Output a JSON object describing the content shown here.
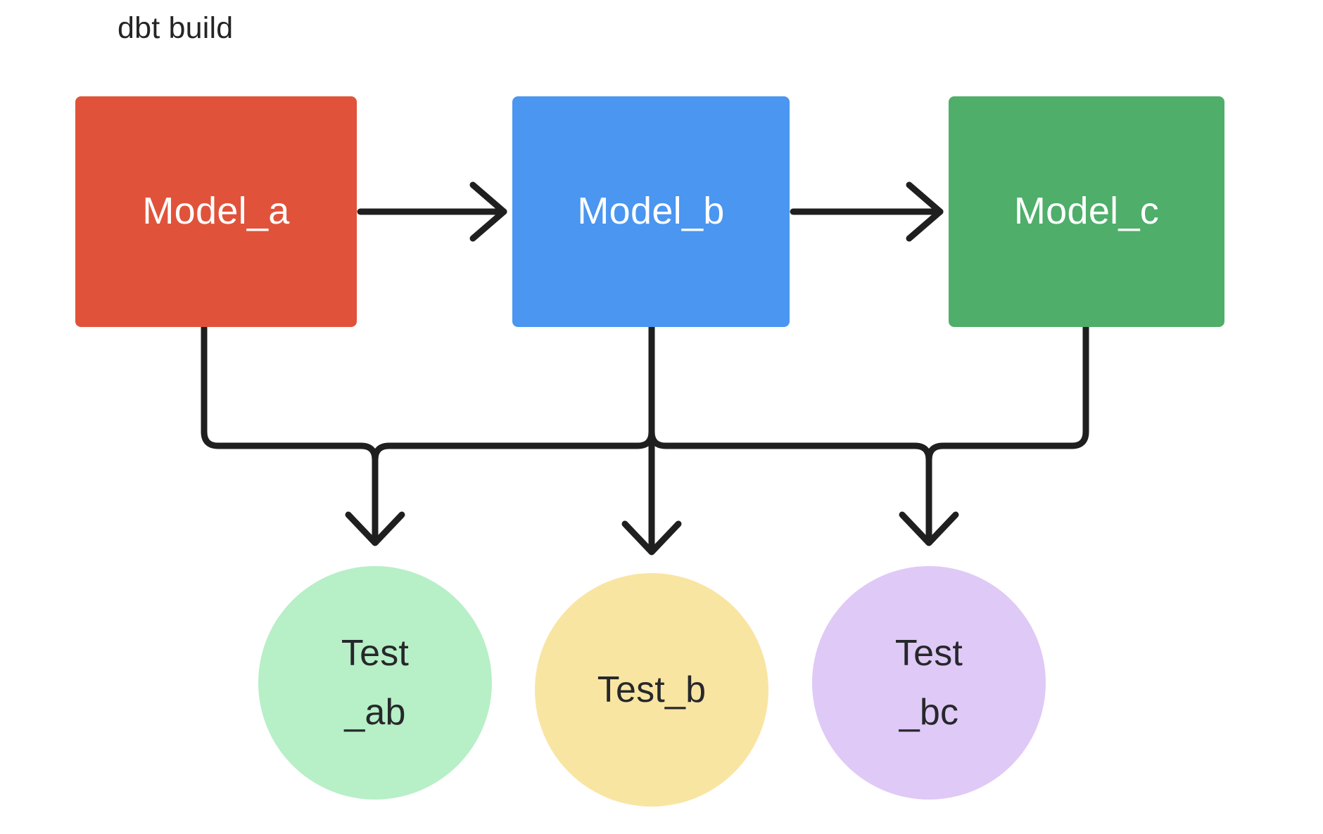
{
  "diagram": {
    "title": "dbt build",
    "type": "flowchart",
    "background_color": "#ffffff",
    "edge_color": "#1f1f1f",
    "title_color": "#242424"
  },
  "models": [
    {
      "id": "model_a",
      "label": "Model_a",
      "color": "#e0533a",
      "text_color": "#ffffff"
    },
    {
      "id": "model_b",
      "label": "Model_b",
      "color": "#4a96f0",
      "text_color": "#ffffff"
    },
    {
      "id": "model_c",
      "label": "Model_c",
      "color": "#4eae6a",
      "text_color": "#ffffff"
    }
  ],
  "tests": [
    {
      "id": "test_ab",
      "label": "Test\n_ab",
      "line1": "Test",
      "line2": "_ab",
      "color": "#b7efc7",
      "text_color": "#26282b"
    },
    {
      "id": "test_b",
      "label": "Test_b",
      "line1": "Test_b",
      "line2": "",
      "color": "#f9e5a2",
      "text_color": "#26282b"
    },
    {
      "id": "test_bc",
      "label": "Test\n_bc",
      "line1": "Test",
      "line2": "_bc",
      "color": "#dfc9f6",
      "text_color": "#26282b"
    }
  ],
  "edges": [
    {
      "from": "model_a",
      "to": "model_b",
      "style": "straight-arrow"
    },
    {
      "from": "model_b",
      "to": "model_c",
      "style": "straight-arrow"
    },
    {
      "from": "model_a",
      "to": "test_ab",
      "style": "elbow-arrow"
    },
    {
      "from": "model_b",
      "to": "test_ab",
      "style": "elbow-arrow"
    },
    {
      "from": "model_b",
      "to": "test_b",
      "style": "straight-arrow"
    },
    {
      "from": "model_b",
      "to": "test_bc",
      "style": "elbow-arrow"
    },
    {
      "from": "model_c",
      "to": "test_bc",
      "style": "elbow-arrow"
    }
  ]
}
